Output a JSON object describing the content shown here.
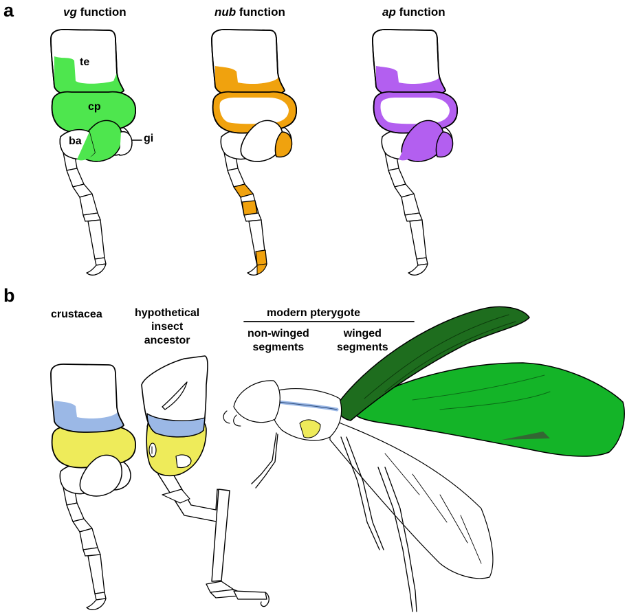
{
  "panel_a": {
    "letter": "a",
    "columns": [
      {
        "gene": "vg",
        "suffix": " function",
        "color": "#4ee64e"
      },
      {
        "gene": "nub",
        "suffix": " function",
        "color": "#f0a20e"
      },
      {
        "gene": "ap",
        "suffix": " function",
        "color": "#b35ff0"
      }
    ],
    "labels": {
      "te": "te",
      "cp": "cp",
      "ba": "ba",
      "gi": "gi"
    }
  },
  "panel_b": {
    "letter": "b",
    "crustacea": "crustacea",
    "ancestor": "hypothetical\ninsect\nancestor",
    "modern": "modern pterygote",
    "non_winged": "non-winged\nsegments",
    "winged": "winged\nsegments",
    "colors": {
      "blue": "#9bb8e6",
      "yellow": "#eeeb5a",
      "forewing": "#1e6d1e",
      "hindwing": "#14b428"
    }
  }
}
